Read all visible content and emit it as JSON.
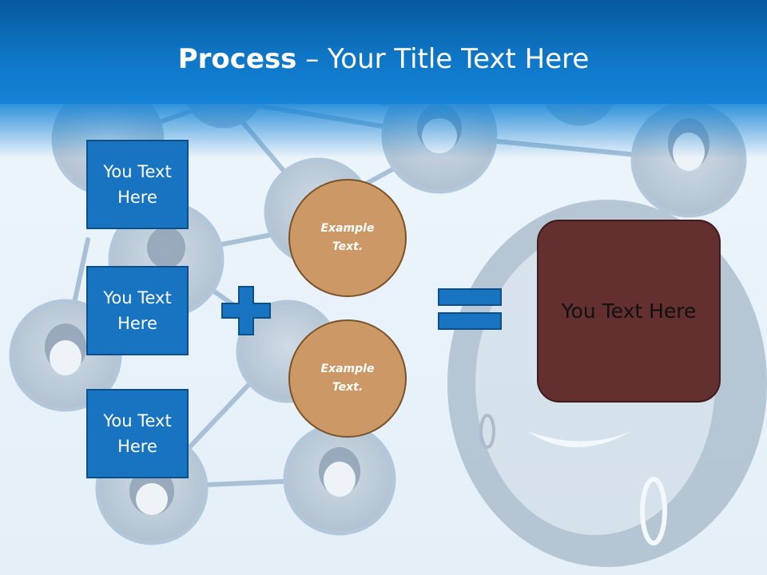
{
  "slide": {
    "title_strong": "Process",
    "title_rest": " – Your Title Text Here"
  },
  "inputs": [
    {
      "label": "You Text Here"
    },
    {
      "label": "You Text Here"
    },
    {
      "label": "You Text Here"
    }
  ],
  "circles": [
    {
      "label": "Example Text."
    },
    {
      "label": "Example Text."
    }
  ],
  "operators": {
    "plus": "+",
    "equals": "="
  },
  "result": {
    "label": "You Text Here"
  },
  "colors": {
    "title_bar": "#0f76c6",
    "box_fill": "#1874c0",
    "circle_fill": "#cc9966",
    "result_fill": "#632f2f",
    "operator": "#1874c0"
  }
}
